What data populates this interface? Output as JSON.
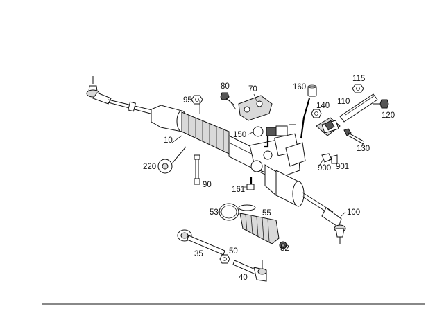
{
  "diagram": {
    "title": "",
    "labels": {
      "p10": "10",
      "p35": "35",
      "p40": "40",
      "p50": "50",
      "p52": "52",
      "p53": "53",
      "p55": "55",
      "p70": "70",
      "p80": "80",
      "p90": "90",
      "p95": "95",
      "p100": "100",
      "p110": "110",
      "p115": "115",
      "p120": "120",
      "p130": "130",
      "p140": "140",
      "p150": "150",
      "p160": "160",
      "p161": "161",
      "p220": "220",
      "p900": "900",
      "p901": "901"
    }
  }
}
